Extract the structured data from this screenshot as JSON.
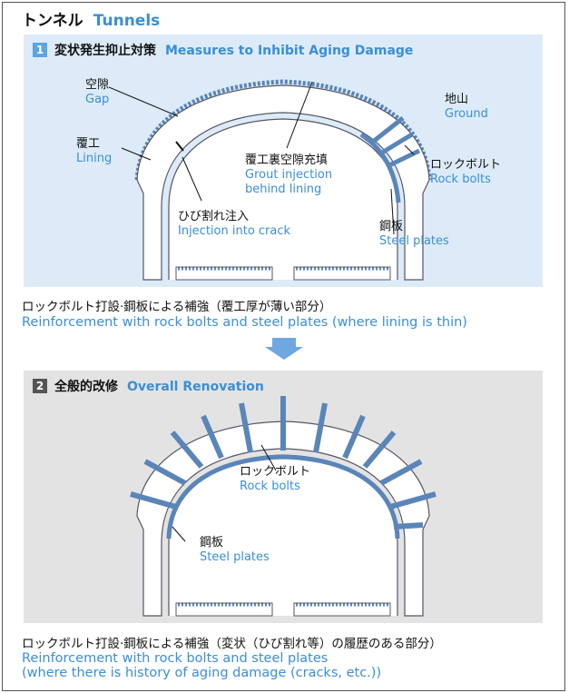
{
  "header": {
    "title_jp": "トンネル",
    "title_en": "Tunnels"
  },
  "section1": {
    "number": "1",
    "title_jp": "変状発生抑止対策",
    "title_en": "Measures to Inhibit Aging Damage",
    "labels": {
      "gap_jp": "空隙",
      "gap_en": "Gap",
      "ground_jp": "地山",
      "ground_en": "Ground",
      "lining_jp": "覆工",
      "lining_en": "Lining",
      "grout_jp": "覆工裏空隙充填",
      "grout_en1": "Grout injection",
      "grout_en2": "behind lining",
      "rockbolts_jp": "ロックボルト",
      "rockbolts_en": "Rock bolts",
      "crack_jp": "ひび割れ注入",
      "crack_en": "Injection into crack",
      "steel_jp": "鋼板",
      "steel_en": "Steel plates"
    },
    "caption_jp": "ロックボルト打設·鋼板による補強（覆工厚が薄い部分）",
    "caption_en": "Reinforcement with rock bolts and steel plates (where lining is thin)"
  },
  "section2": {
    "number": "2",
    "title_jp": "全般的改修",
    "title_en": "Overall Renovation",
    "labels": {
      "rockbolts_jp": "ロックボルト",
      "rockbolts_en": "Rock bolts",
      "steel_jp": "鋼板",
      "steel_en": "Steel plates"
    },
    "caption_jp": "ロックボルト打設·鋼板による補強（変状（ひび割れ等）の履歴のある部分）",
    "caption_en1": "Reinforcement with rock bolts and steel plates",
    "caption_en2": "(where there is history of aging damage (cracks, etc.))"
  },
  "colors": {
    "accent": "#3a8fd6",
    "panel1_bg": "#dcebf7",
    "panel2_bg": "#e3e3e3",
    "steel": "#5a85b8"
  }
}
